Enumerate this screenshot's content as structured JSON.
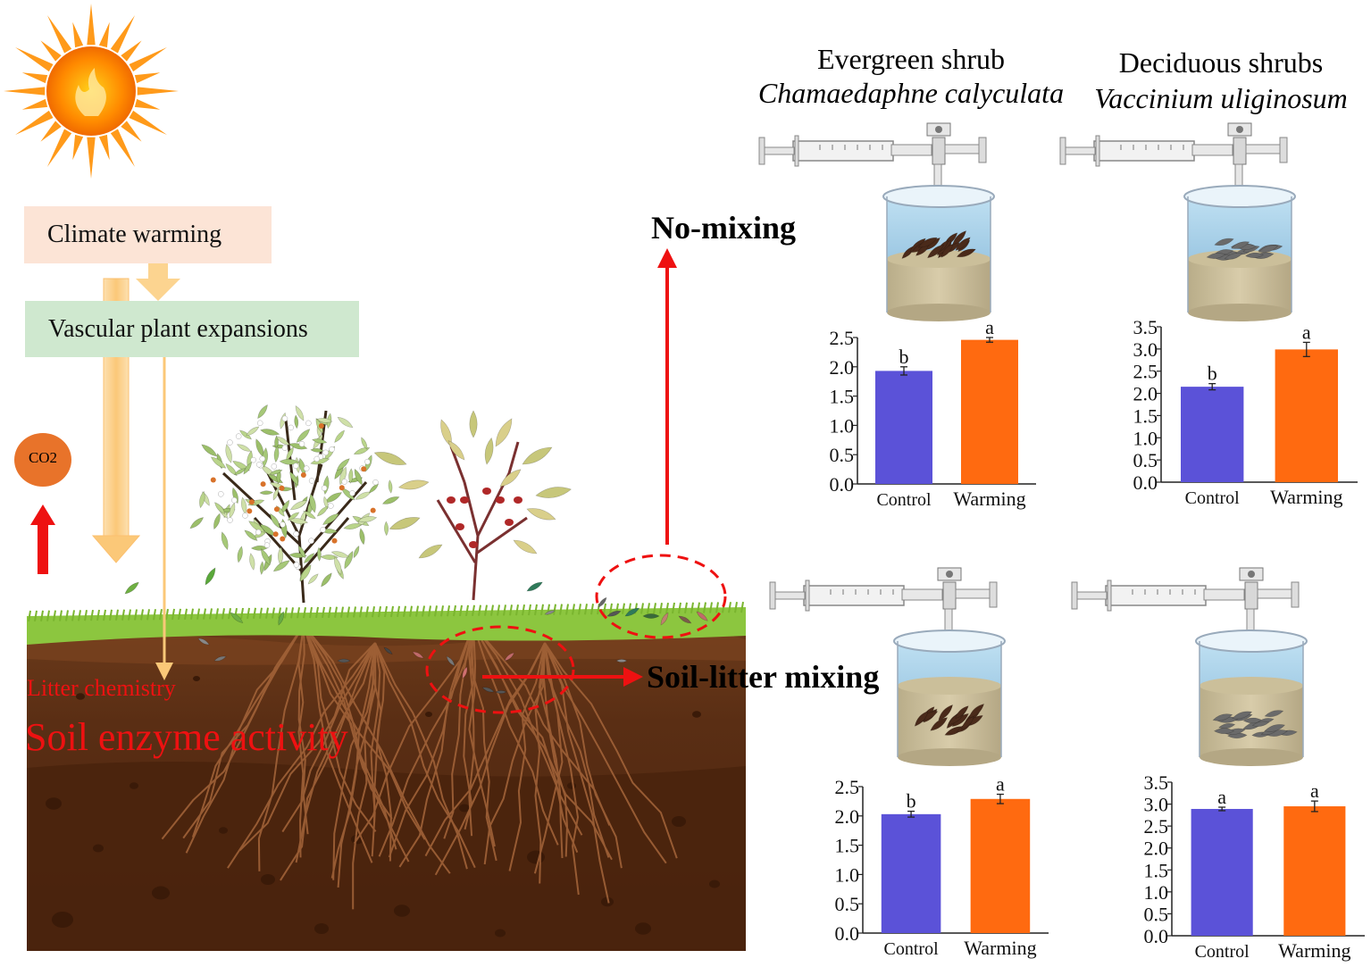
{
  "labels": {
    "climate_warming": "Climate warming",
    "vascular_plant_expansions": "Vascular plant expansions",
    "co2": "CO2",
    "litter_chemistry": "Litter chemistry",
    "soil_enzyme_activity": "Soil enzyme activity",
    "no_mixing": "No-mixing",
    "soil_litter_mixing": "Soil-litter mixing",
    "evergreen_title": "Evergreen shrub",
    "evergreen_species": "Chamaedaphne calyculata",
    "deciduous_title": "Deciduous shrubs",
    "deciduous_species": "Vaccinium uliginosum"
  },
  "colors": {
    "control": "#5b52d8",
    "warming": "#ff6a10",
    "arrow_red": "#ee1111",
    "climate_box": "#fce4d6",
    "plant_box": "#cfe8cf",
    "soil_dark": "#5a2d12",
    "grass": "#8cc63f",
    "co2": "#e8732a"
  },
  "chart_data": [
    {
      "type": "bar",
      "categories": [
        "Control",
        "Warming"
      ],
      "values": [
        1.93,
        2.46
      ],
      "errors": [
        0.07,
        0.04
      ],
      "letters": [
        "b",
        "a"
      ],
      "ylim": [
        0,
        2.5
      ],
      "yticks": [
        "0.0",
        "0.5",
        "1.0",
        "1.5",
        "2.0",
        "2.5"
      ]
    },
    {
      "type": "bar",
      "categories": [
        "Control",
        "Warming"
      ],
      "values": [
        2.15,
        2.99
      ],
      "errors": [
        0.07,
        0.16
      ],
      "letters": [
        "b",
        "a"
      ],
      "ylim": [
        0,
        3.5
      ],
      "yticks": [
        "0.0",
        "0.5",
        "1.0",
        "1.5",
        "2.0",
        "2.5",
        "3.0",
        "3.5"
      ]
    },
    {
      "type": "bar",
      "categories": [
        "Control",
        "Warming"
      ],
      "values": [
        2.03,
        2.29
      ],
      "errors": [
        0.05,
        0.08
      ],
      "letters": [
        "b",
        "a"
      ],
      "ylim": [
        0,
        2.5
      ],
      "yticks": [
        "0.0",
        "0.5",
        "1.0",
        "1.5",
        "2.0",
        "2.5"
      ]
    },
    {
      "type": "bar",
      "categories": [
        "Control",
        "Warming"
      ],
      "values": [
        2.89,
        2.95
      ],
      "errors": [
        0.04,
        0.12
      ],
      "letters": [
        "a",
        "a"
      ],
      "ylim": [
        0,
        3.5
      ],
      "yticks": [
        "0.0",
        "0.5",
        "1.0",
        "1.5",
        "2.0",
        "2.5",
        "3.0",
        "3.5"
      ]
    }
  ]
}
